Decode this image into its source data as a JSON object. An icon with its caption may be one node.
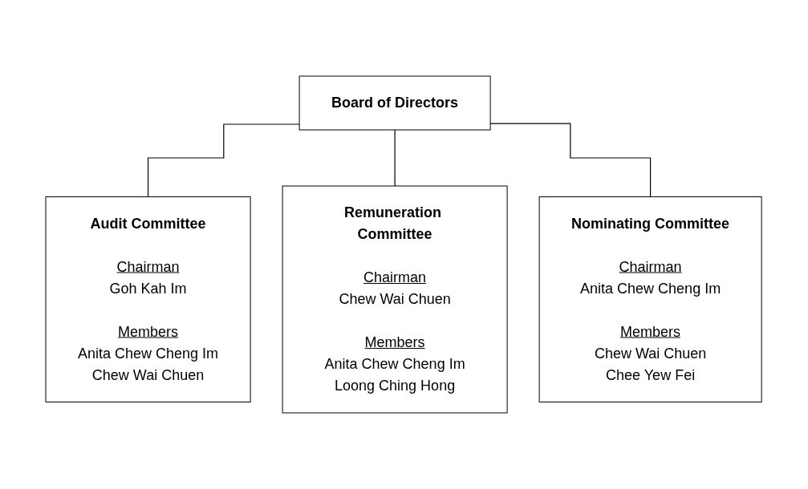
{
  "diagram": {
    "nodes": [
      {
        "text": [
          "Board of Directors"
        ]
      },
      {
        "text": [
          "Audit Committee",
          "Chairman",
          "Goh Kah Im",
          "Members",
          "Anita Chew Cheng Im",
          "Chew Wai Chuen"
        ]
      },
      {
        "text": [
          "Remuneration Committee",
          "Chairman",
          "Chew Wai Chuen",
          "Members",
          "Anita Chew Cheng Im",
          "Loong Ching Hong"
        ]
      },
      {
        "text": [
          "Nominating Committee",
          "Chairman",
          "Anita Chew Cheng Im",
          "Members",
          "Chew Wai Chuen",
          "Chee Yew Fei"
        ]
      }
    ],
    "edges": [
      {
        "from": 0,
        "to": 1,
        "arrow": "none"
      },
      {
        "from": 0,
        "to": 2,
        "arrow": "none"
      },
      {
        "from": 0,
        "to": 3,
        "arrow": "none"
      }
    ]
  }
}
